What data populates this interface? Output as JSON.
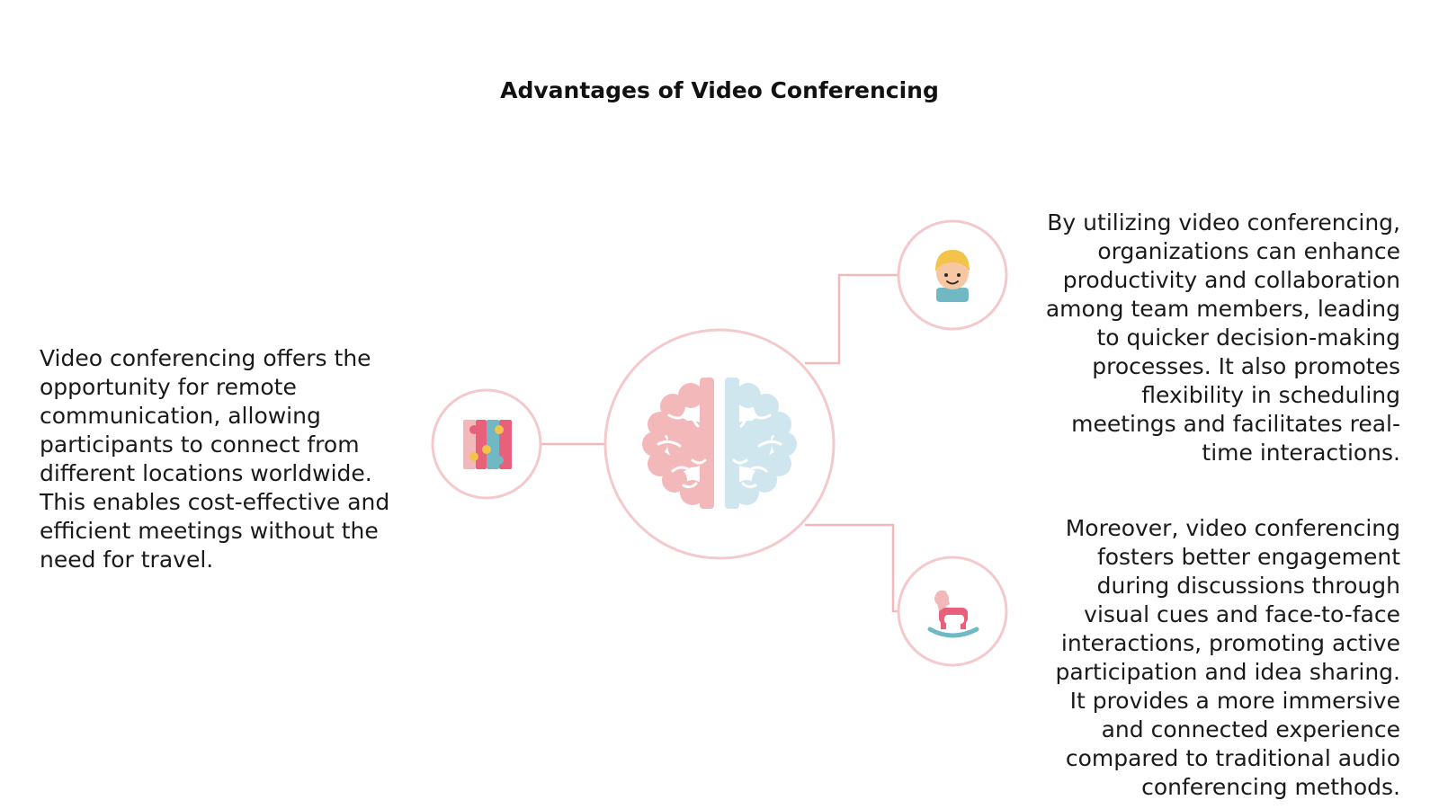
{
  "title": "Advantages of Video Conferencing",
  "colors": {
    "ring": "#f4c9cc",
    "connector": "#f2b9bd",
    "brain_left": "#f2b8ba",
    "brain_right": "#cfe6ee",
    "accent_red": "#e9607a",
    "accent_teal": "#6fb8c4",
    "accent_yellow": "#f3c34a"
  },
  "center": {
    "icon": "brain-icon"
  },
  "nodes": [
    {
      "id": "left",
      "icon": "puzzle-icon",
      "text": "Video conferencing offers the\nopportunity for remote\ncommunication, allowing\nparticipants to connect from\ndifferent locations worldwide.\nThis enables cost-effective and\nefficient meetings without the\nneed for travel."
    },
    {
      "id": "top-right",
      "icon": "child-face-icon",
      "text": "By utilizing video conferencing,\norganizations can enhance\nproductivity and collaboration\namong team members, leading\nto quicker decision-making\nprocesses. It also promotes\nflexibility in scheduling\nmeetings and facilitates real-\ntime interactions."
    },
    {
      "id": "bottom-right",
      "icon": "rocking-horse-icon",
      "text": "Moreover, video conferencing\nfosters better engagement\nduring discussions through\nvisual cues and face-to-face\ninteractions, promoting active\nparticipation and idea sharing.\nIt provides a more immersive\nand connected experience\ncompared to traditional audio\nconferencing methods."
    }
  ]
}
